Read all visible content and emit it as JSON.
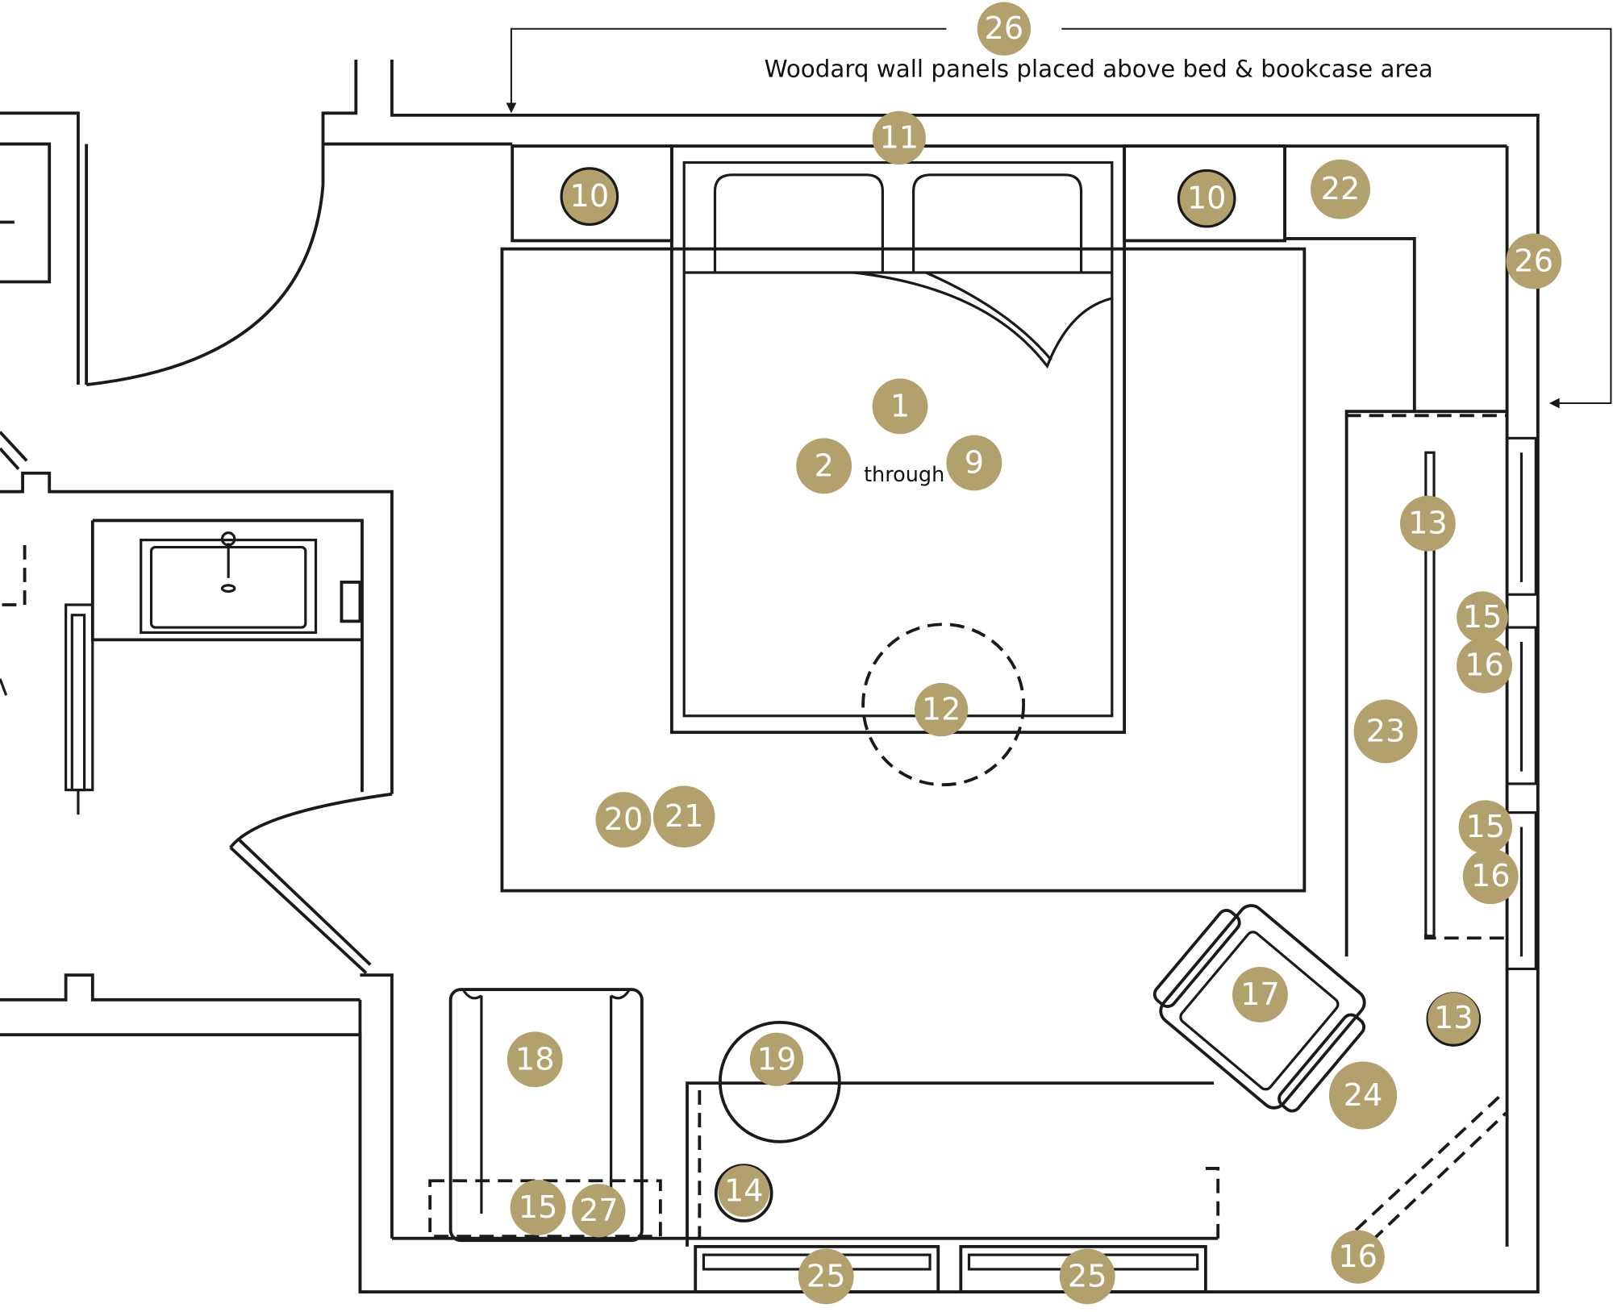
{
  "annotations": {
    "panel_note": "Woodarq wall panels placed above bed & bookcase area",
    "through_word": "through"
  },
  "colors": {
    "marker_fill": "#b2a06d",
    "marker_text": "#ffffff",
    "line": "#1a1a1a"
  },
  "markers": {
    "m26_top": "26",
    "m11": "11",
    "m10_left": "10",
    "m10_right": "10",
    "m22": "22",
    "m26_side": "26",
    "m1": "1",
    "m2": "2",
    "m9": "9",
    "m13_top": "13",
    "m15_a": "15",
    "m16_a": "16",
    "m23": "23",
    "m12": "12",
    "m15_b": "15",
    "m16_b": "16",
    "m20": "20",
    "m21": "21",
    "m17": "17",
    "m13_bottom": "13",
    "m18": "18",
    "m19": "19",
    "m24": "24",
    "m14": "14",
    "m15_c": "15",
    "m27": "27",
    "m16_c": "16",
    "m25_left": "25",
    "m25_right": "25"
  }
}
